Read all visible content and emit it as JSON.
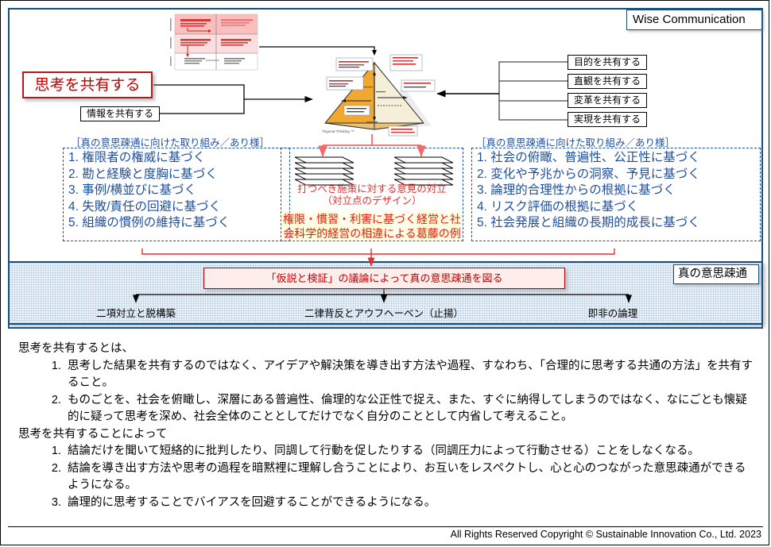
{
  "slide": {
    "title_badge": "Wise Communication",
    "truecom_badge": "真の意思疎通"
  },
  "left_flow": {
    "main_box": "思考を共有する",
    "sub_box": "情報を共有する"
  },
  "right_share_boxes": [
    {
      "label": "目的を共有する"
    },
    {
      "label": "直観を共有する"
    },
    {
      "label": "変革を共有する"
    },
    {
      "label": "実現を共有する"
    }
  ],
  "left_list": {
    "caption": "［真の意思疎通に向けた取り組み／あり様］",
    "items": [
      "1. 権限者の権威に基づく",
      "2. 勘と経験と度胸に基づく",
      "3. 事例/横並びに基づく",
      "4. 失敗/責任の回避に基づく",
      "5. 組織の慣例の維持に基づく"
    ]
  },
  "right_list": {
    "caption": "［真の意思疎通に向けた取り組み／あり様］",
    "items": [
      "1. 社会の俯瞰、普遍性、公正性に基づく",
      "2. 変化や予兆からの洞察、予見に基づく",
      "3. 論理的合理性からの根拠に基づく",
      "4. リスク評価の根拠に基づく",
      "5. 社会発展と組織の長期的成長に基づく"
    ]
  },
  "center": {
    "conflict_line1": "打つべき施策に対する意見の対立",
    "conflict_line2": "（対立点のデザイン）",
    "example_line1": "権限・慣習・利害に基づく経営と社",
    "example_line2": "会科学的経営の相違による葛藤の例"
  },
  "truecom": {
    "hypothesis_box": "「仮説と検証」の議論によって真の意思疎通を図る",
    "labels": [
      "二項対立と脱構築",
      "二律背反とアウフヘーベン（止揚）",
      "即非の論理"
    ]
  },
  "body": {
    "head1": "思考を共有するとは、",
    "list1": [
      "思考した結果を共有するのではなく、アイデアや解決策を導き出す方法や過程、すなわち、「合理的に思考する共通の方法」を共有すること。",
      "ものごとを、社会を俯瞰し、深層にある普遍性、倫理的な公正性で捉え、また、すぐに納得してしまうのではなく、なにごとも懐疑的に疑って思考を深め、社会全体のこととしてだけでなく自分のこととして内省して考えること。"
    ],
    "head2": "思考を共有することによって",
    "list2": [
      "結論だけを聞いて短絡的に批判したり、同調して行動を促したりする（同調圧力によって行動させる）ことをしなくなる。",
      "結論を導き出す方法や思考の過程を暗黙裡に理解し合うことにより、お互いをレスペクトし、心と心のつながった意思疎通ができるようになる。",
      "論理的に思考することでバイアスを回避することができるようになる。"
    ]
  },
  "footer": {
    "copyright": "All Rights Reserved Copyright © Sustainable Innovation Co., Ltd. 2023"
  },
  "colors": {
    "frame_blue": "#17507e",
    "list_blue": "#1f4e9c",
    "accent_red": "#c00000",
    "soft_red": "#e03030",
    "panel_fill": "#eef4fa",
    "pyramid_orange": "#f0a830"
  }
}
